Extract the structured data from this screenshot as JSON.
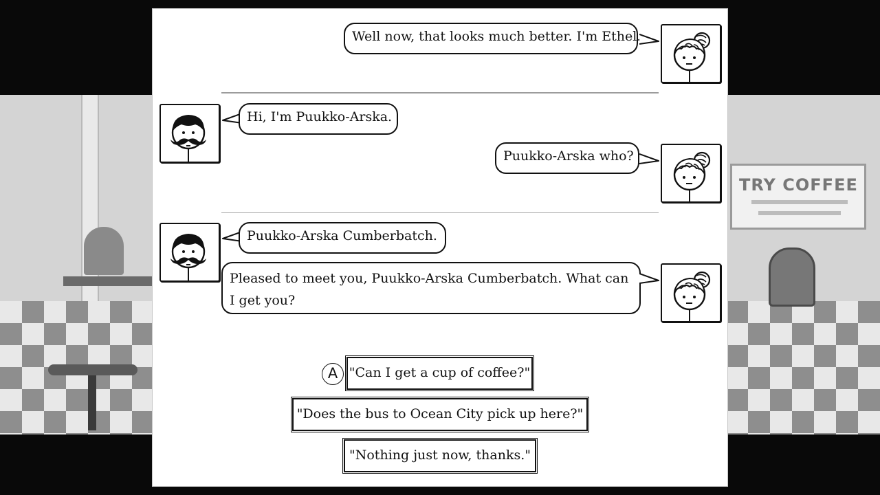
{
  "dialogue": [
    {
      "speaker": "Ethel",
      "text": "Well now, that looks much better. I'm Ethel."
    },
    {
      "speaker": "Puukko-Arska",
      "text": "Hi, I'm Puukko-Arska."
    },
    {
      "speaker": "Ethel",
      "text": "Puukko-Arska who?"
    },
    {
      "speaker": "Puukko-Arska",
      "text": "Puukko-Arska Cumberbatch."
    },
    {
      "speaker": "Ethel",
      "text": "Pleased to meet you, Puukko-Arska Cumberbatch. What can I get you?"
    }
  ],
  "choices": [
    {
      "button": "A",
      "text": "\"Can I get a cup of coffee?\""
    },
    {
      "text": "\"Does the bus to Ocean City pick up here?\""
    },
    {
      "text": "\"Nothing just now, thanks.\""
    }
  ],
  "background": {
    "sign_text": "TRY COFFEE"
  },
  "icons": {
    "woman": "woman-portrait-icon",
    "man": "mustache-man-portrait-icon"
  }
}
